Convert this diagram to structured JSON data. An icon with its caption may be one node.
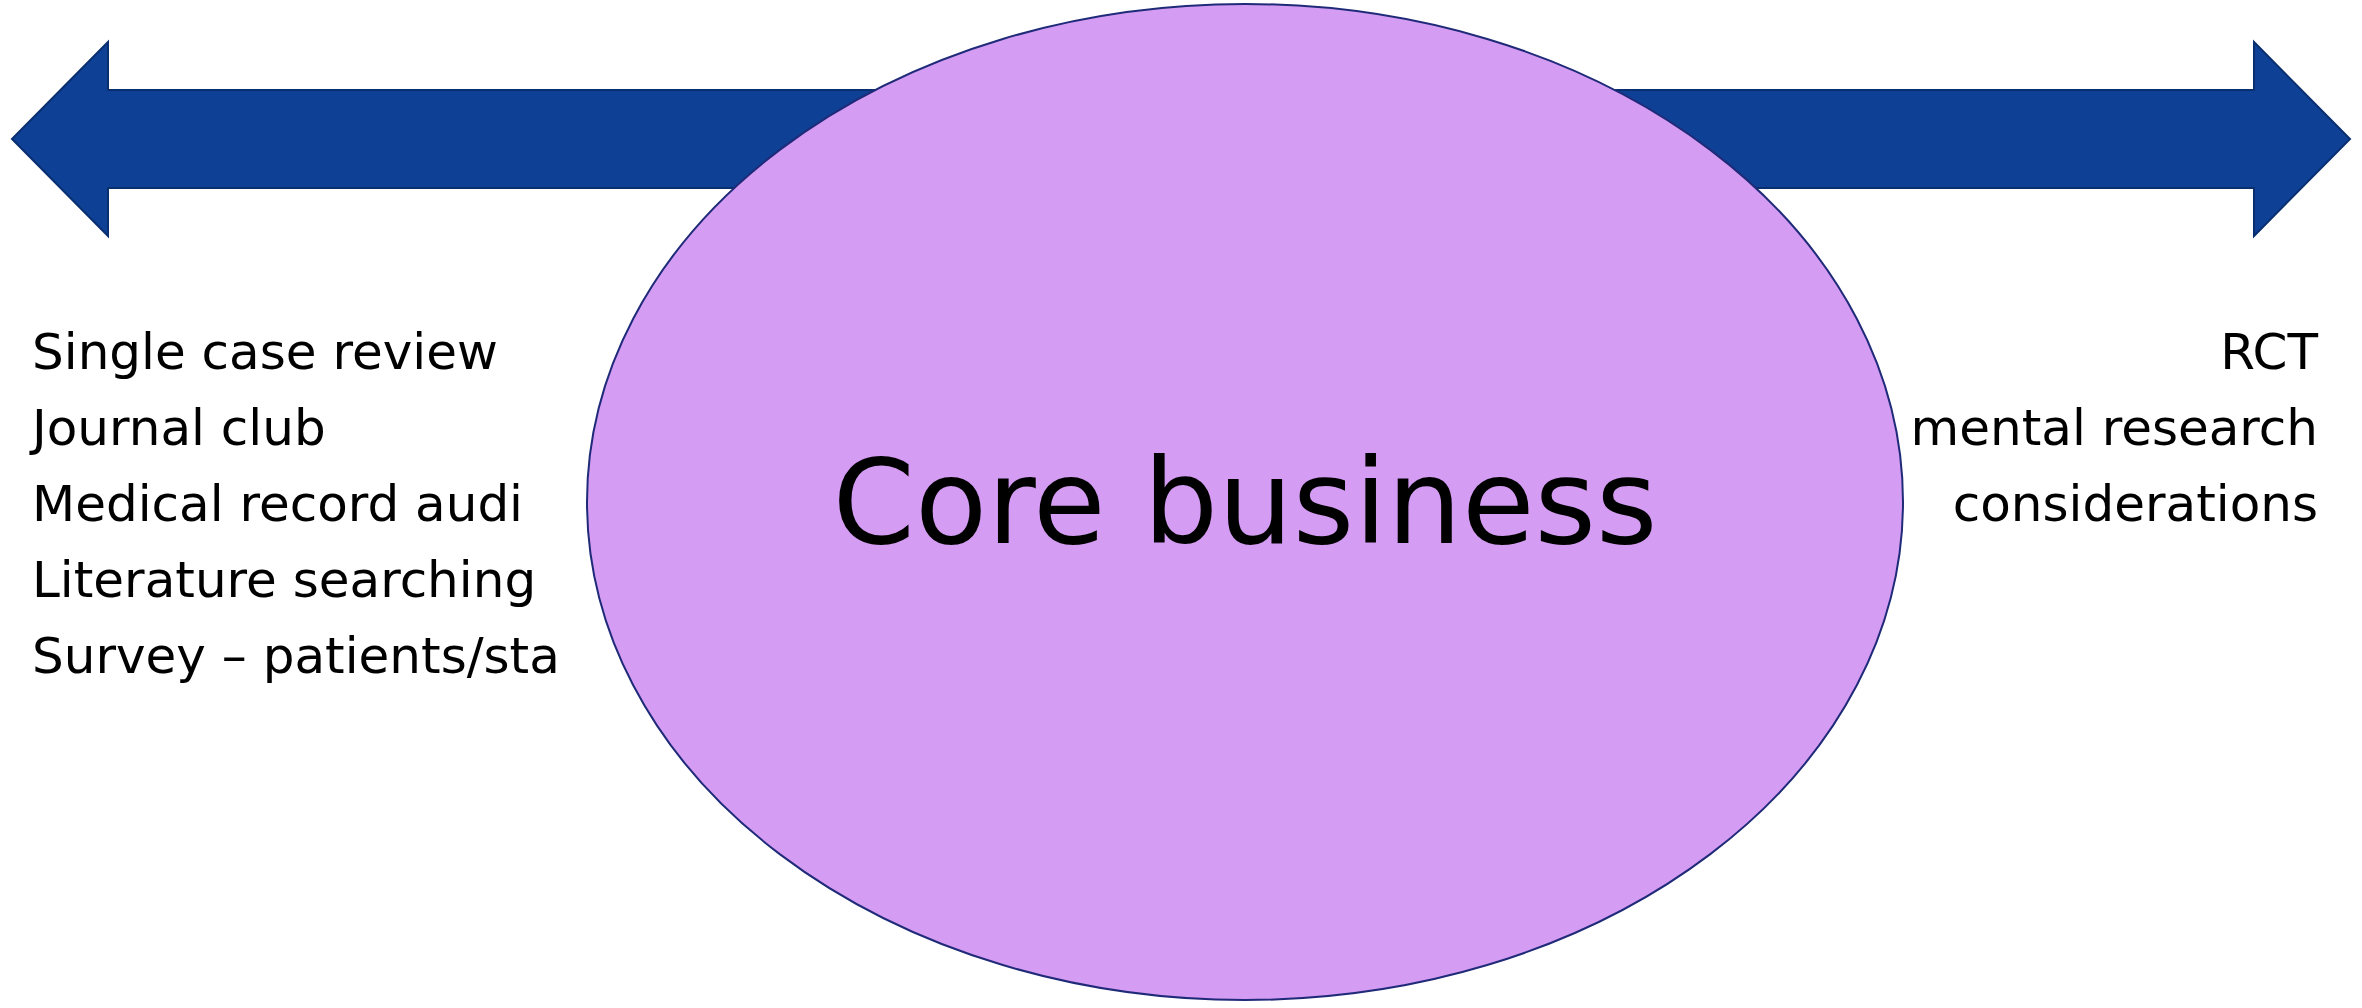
{
  "diagram": {
    "nodes": [
      {
        "text": [
          "Core business"
        ]
      }
    ],
    "labels": [
      "Single case review",
      "Journal club",
      "Medical record audi",
      "Literature searching",
      "Survey – patients/sta",
      "RCT",
      "mental research",
      "considerations"
    ]
  }
}
